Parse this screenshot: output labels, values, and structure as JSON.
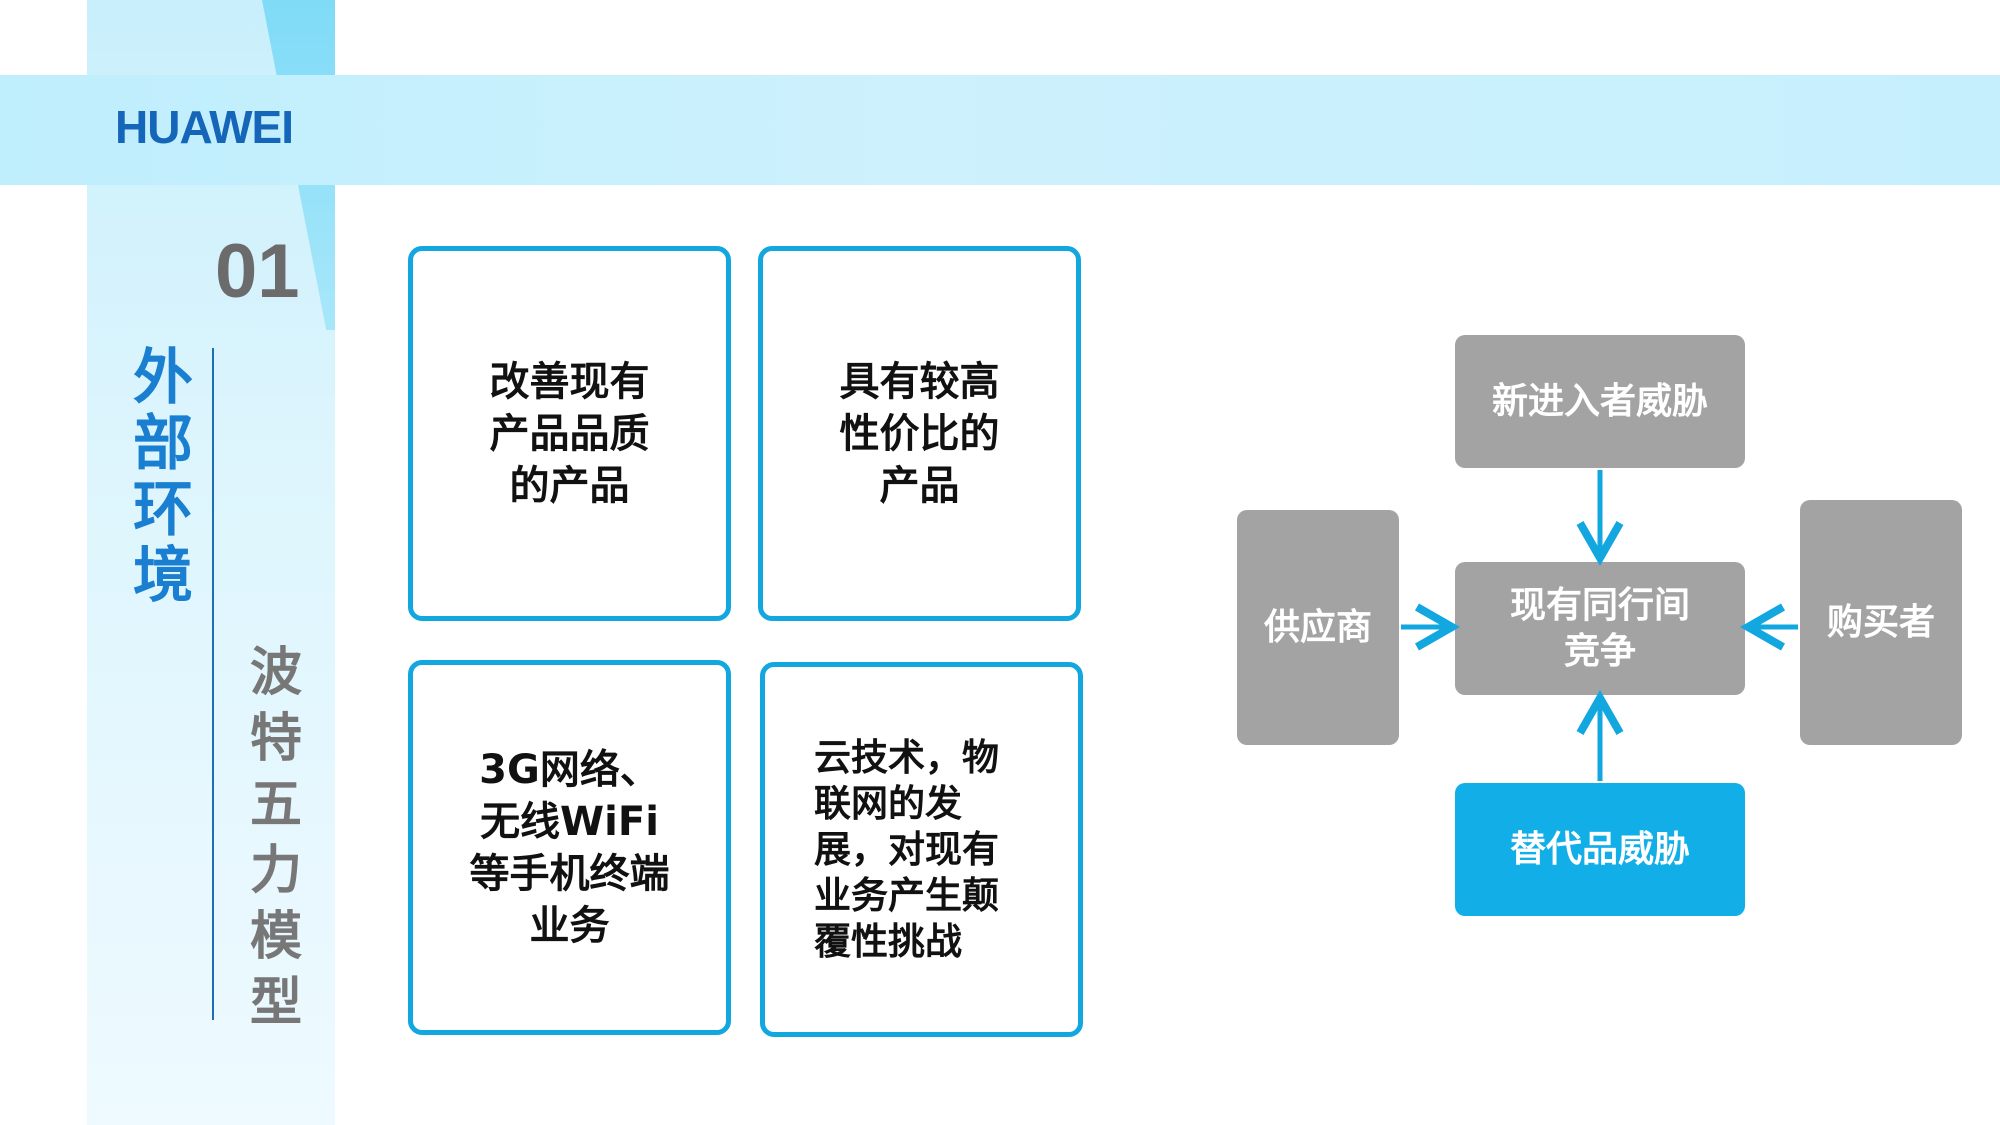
{
  "brand": {
    "logo_text": "HUAWEI"
  },
  "section": {
    "number": "01",
    "title": "外部环境",
    "subtitle": "波特五力模型"
  },
  "cards": [
    "改善现有产品品质的产品",
    "具有较高性价比的产品",
    "3G网络、无线WiFi等手机终端业务",
    "云技术，物联网的发展，对现有业务产生颠覆性挑战"
  ],
  "five_forces": {
    "top": "新进入者威胁",
    "center": "现有同行间竞争",
    "left": "供应商",
    "right": "购买者",
    "bottom": "替代品威胁"
  },
  "colors": {
    "accent": "#13a7e0",
    "force_gray": "#a3a3a3",
    "brand_blue": "#1565b8"
  }
}
